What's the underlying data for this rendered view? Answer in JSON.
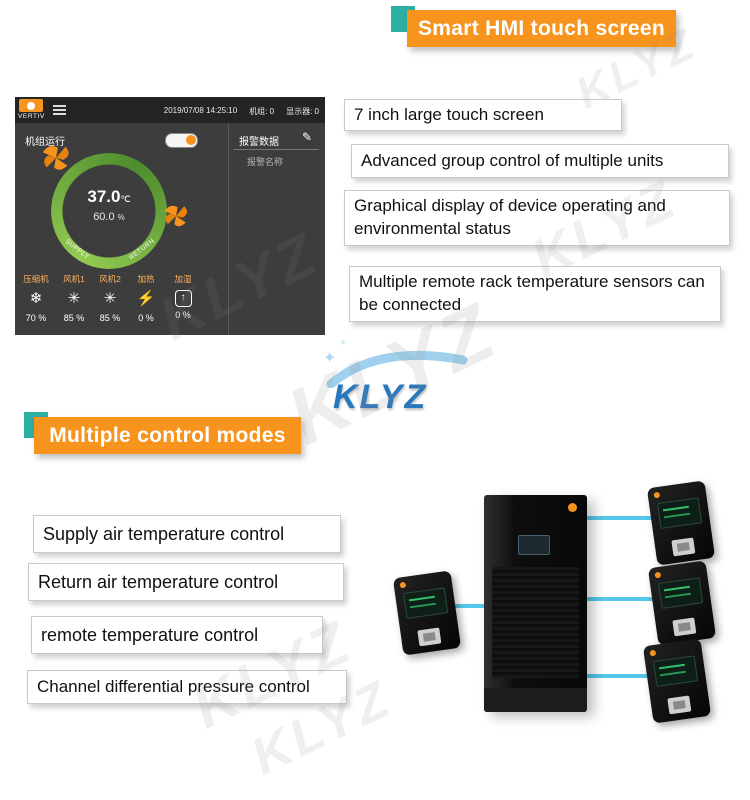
{
  "banners": {
    "top": "Smart HMI touch screen",
    "middle": "Multiple control modes"
  },
  "hmi": {
    "brand": "VERTIV",
    "datetime": "2019/07/08 14:25:10",
    "unit_count": "机组: 0",
    "display_count": "显示器: 0",
    "run_label": "机组运行",
    "alarm_title": "报警数据",
    "edit_icon": "✎",
    "alarm_subtitle": "报警名称",
    "gauge": {
      "temp": "37.0",
      "temp_unit": "℃",
      "humidity": "60.0",
      "humidity_unit": "%",
      "supply": "SUPPLY",
      "return": "RETURN"
    },
    "devices": [
      {
        "label": "压缩机",
        "icon": "❄",
        "value": "70 %"
      },
      {
        "label": "风机1",
        "icon": "✳",
        "value": "85 %"
      },
      {
        "label": "风机2",
        "icon": "✳",
        "value": "85 %"
      },
      {
        "label": "加热",
        "icon": "⚡",
        "value": "0 %"
      },
      {
        "label": "加湿",
        "icon": "↑",
        "value": "0 %"
      }
    ]
  },
  "features_top": [
    "7 inch large touch screen",
    "Advanced group control of multiple units",
    "Graphical display of device operating and environmental status",
    "Multiple remote rack temperature sensors can be connected"
  ],
  "features_bottom": [
    "Supply air temperature control",
    "Return air temperature control",
    "remote temperature control",
    "Channel differential pressure control"
  ],
  "logo": {
    "text": "KLYZ"
  },
  "watermark": {
    "text": "KLYZ"
  },
  "colors": {
    "accent_orange": "#F7941E",
    "teal": "#2EAFA3",
    "cyan_line": "#55C8E9",
    "gauge_green": "#6FAE3C",
    "logo_blue": "#2878BE"
  }
}
